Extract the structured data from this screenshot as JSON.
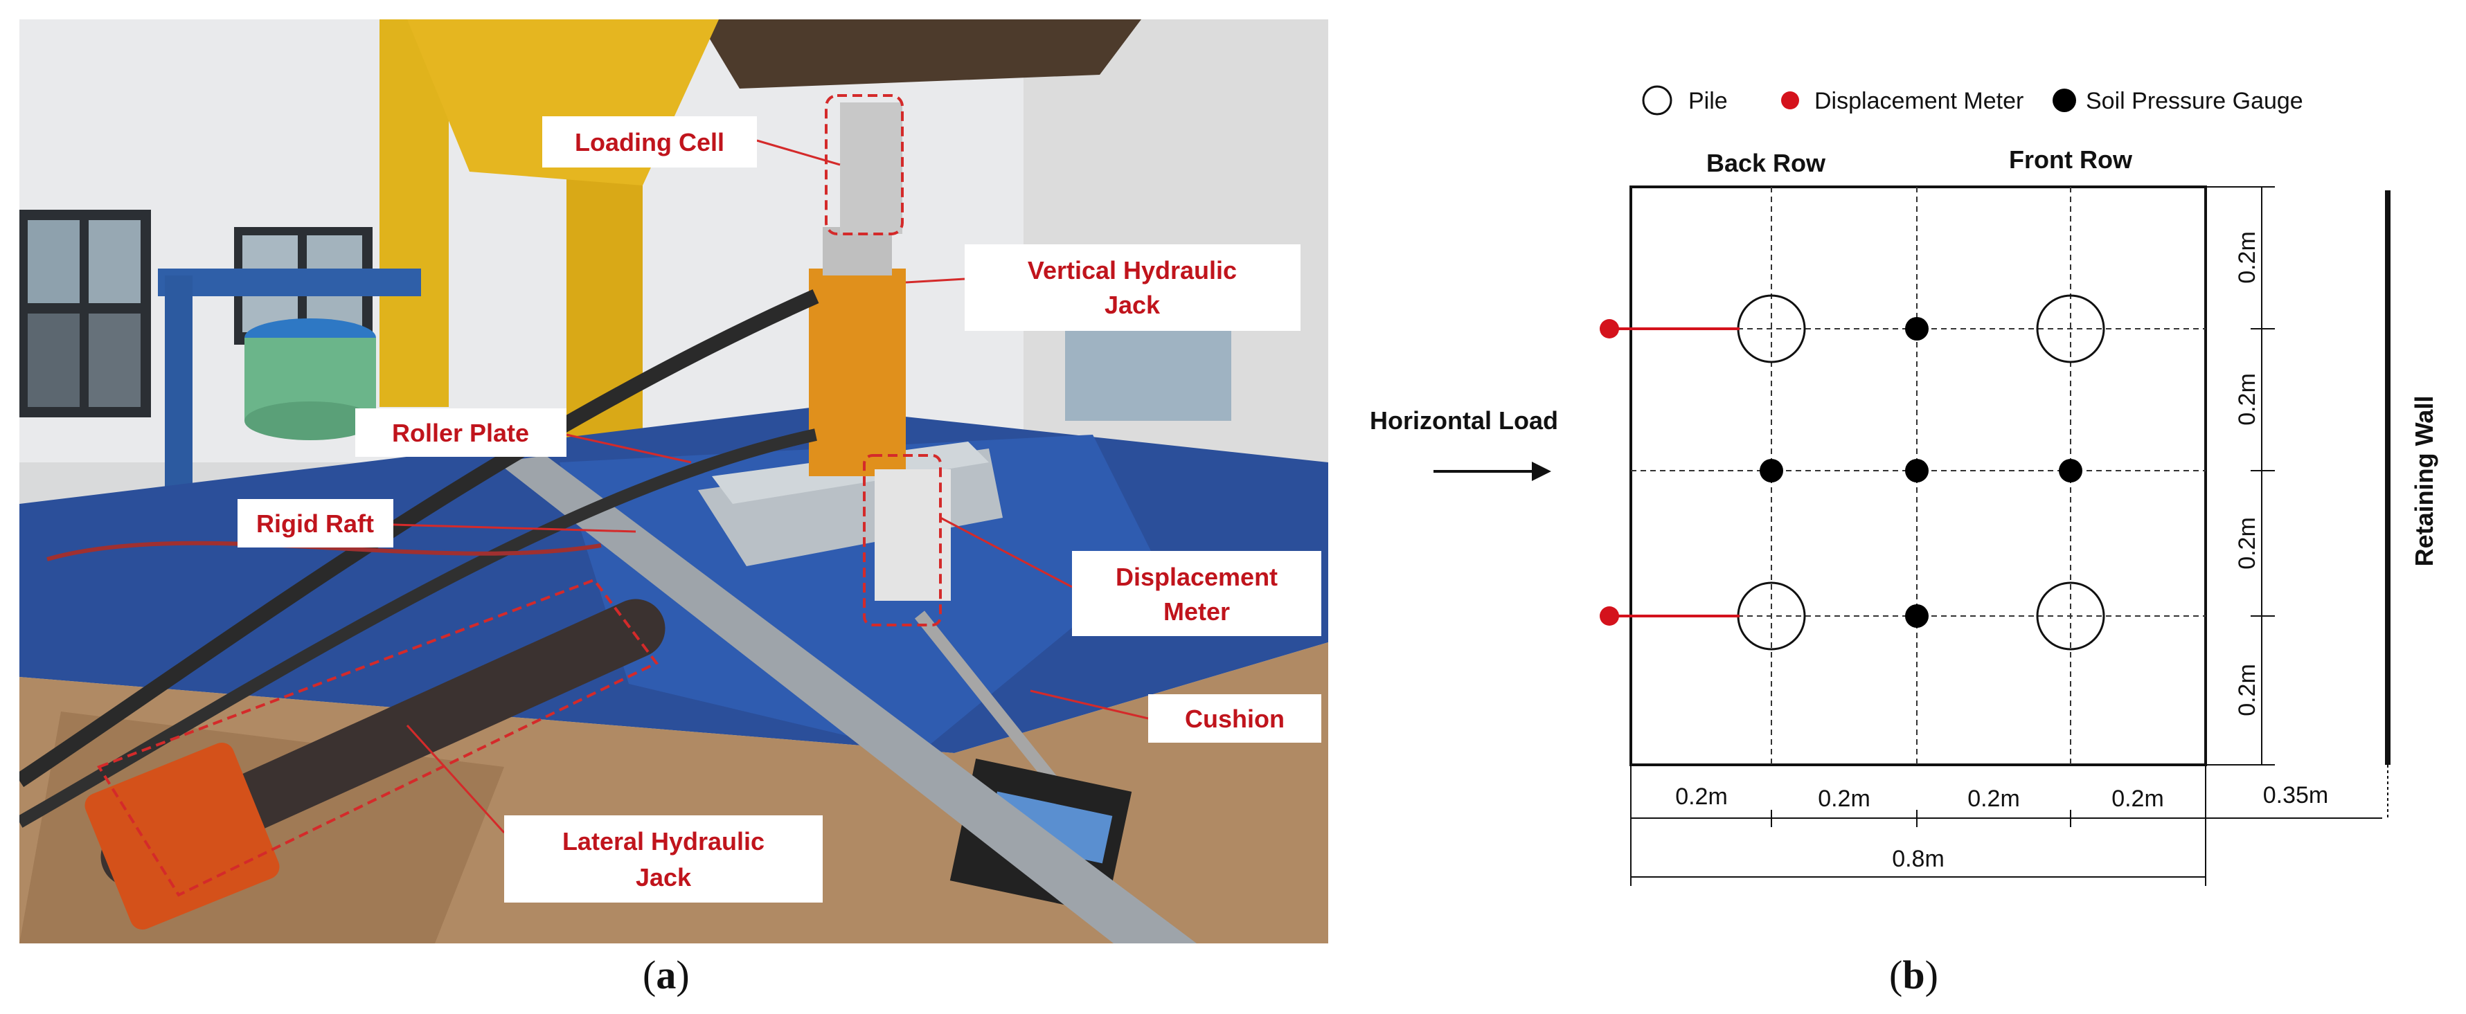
{
  "panel_a": {
    "caption_letter": "a",
    "labels": {
      "loading_cell": "Loading Cell",
      "vertical_jack_line1": "Vertical Hydraulic",
      "vertical_jack_line2": "Jack",
      "roller_plate": "Roller Plate",
      "rigid_raft": "Rigid Raft",
      "displacement_meter_line1": "Displacement",
      "displacement_meter_line2": "Meter",
      "cushion": "Cushion",
      "lateral_jack_line1": "Lateral Hydraulic",
      "lateral_jack_line2": "Jack"
    },
    "colors": {
      "label_text": "#c0141c",
      "leader_line": "#d42a2a"
    }
  },
  "panel_b": {
    "caption_letter": "b",
    "legend": {
      "pile": "Pile",
      "displacement_meter": "Displacement Meter",
      "soil_pressure_gauge": "Soil Pressure Gauge"
    },
    "row_labels": {
      "back": "Back Row",
      "front": "Front Row"
    },
    "horizontal_load": "Horizontal Load",
    "retaining_wall": "Retaining Wall",
    "vertical_dims": [
      "0.2m",
      "0.2m",
      "0.2m",
      "0.2m"
    ],
    "horizontal_dims": [
      "0.2m",
      "0.2m",
      "0.2m",
      "0.2m"
    ],
    "wall_distance": "0.35m",
    "total_width": "0.8m",
    "colors": {
      "displacement_meter": "#d4121c",
      "gauge": "#000000"
    }
  }
}
